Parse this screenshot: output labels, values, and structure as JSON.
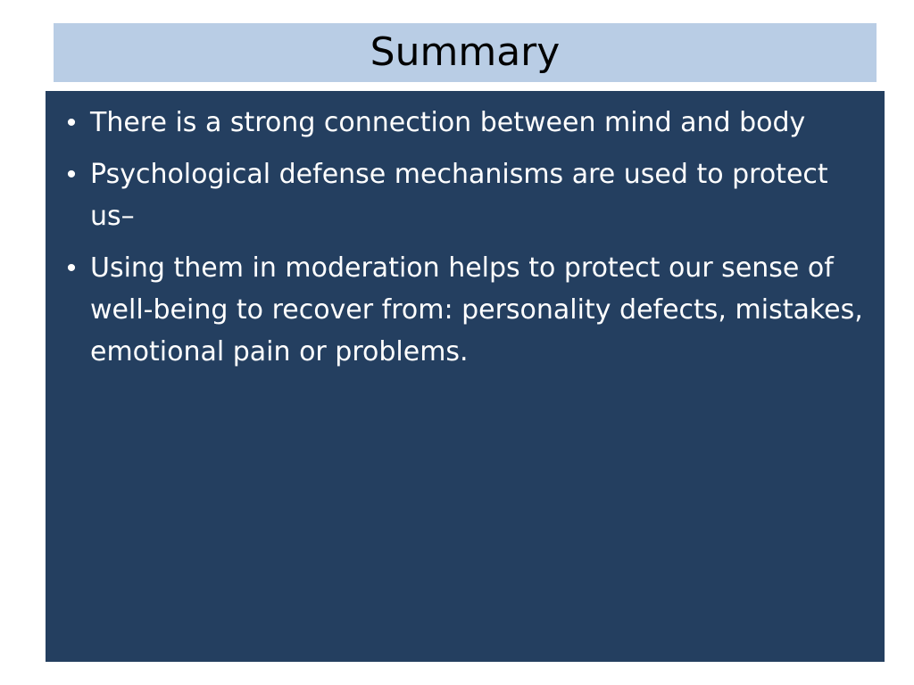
{
  "slide": {
    "title": "Summary",
    "bullets": [
      "There is a strong connection between mind and body",
      "Psychological defense mechanisms are used to protect us–",
      "Using them in moderation helps to protect our sense of well-being to recover from: personality defects, mistakes, emotional pain or problems."
    ],
    "bullet_glyph": "•"
  },
  "colors": {
    "title_background": "#b9cde5",
    "content_background": "#243f60",
    "content_text": "#ffffff",
    "title_text": "#000000"
  }
}
